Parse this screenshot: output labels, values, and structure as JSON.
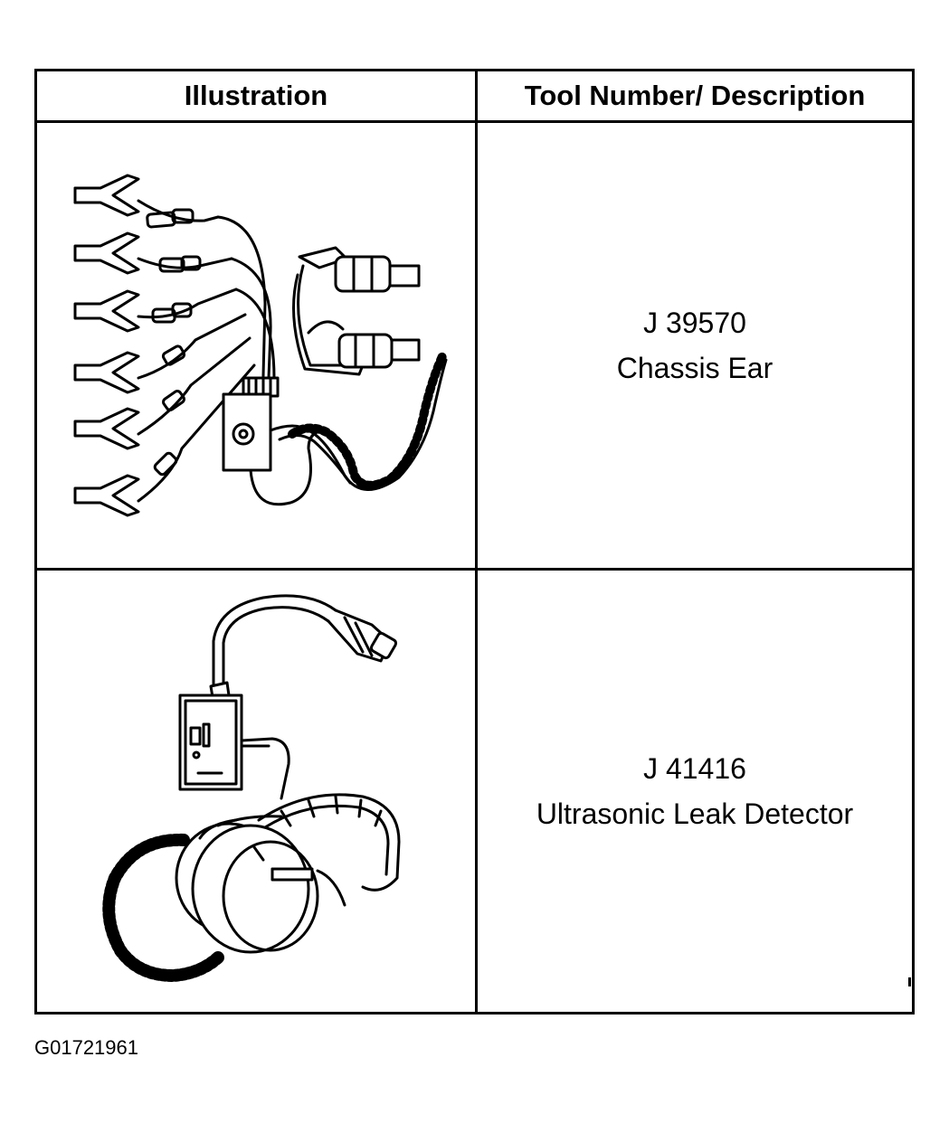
{
  "table": {
    "header": {
      "illustration": "Illustration",
      "description": "Tool Number/ Description"
    },
    "rows": [
      {
        "tool_number": "J 39570",
        "description": "Chassis Ear",
        "illustration_icon": "chassis-ear-illustration"
      },
      {
        "tool_number": "J 41416",
        "description": "Ultrasonic Leak Detector",
        "illustration_icon": "ultrasonic-leak-detector-illustration"
      }
    ]
  },
  "figure_code": "G01721961"
}
